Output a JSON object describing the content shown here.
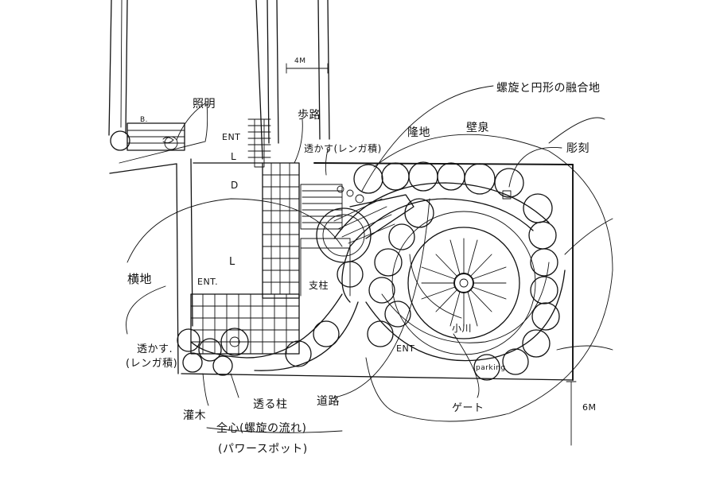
{
  "labels": {
    "lighting": "照明",
    "light_mark": "B.",
    "width_4m": "4M",
    "footpath": "歩路",
    "spiral_circle": "螺旋と円形の融合地",
    "lift_brick": "透かす(レンガ積)",
    "mound": "隆地",
    "wall_spring": "壁泉",
    "sculpture": "彫刻",
    "ent_top": "ENT",
    "l_top": "L",
    "d": "D",
    "l_mid": "L",
    "side_garden": "横地",
    "ent_left": "ENT.",
    "lift_left_1": "透かす.",
    "lift_left_2": "(レンガ積)",
    "pillar": "支柱",
    "small_stream": "小川",
    "ent_bottom": "ENT",
    "parking": "parking",
    "shrub": "灌木",
    "column": "透る柱",
    "road": "道路",
    "gate": "ゲート",
    "road_width": "6M",
    "center_1": "全心(螺旋の流れ)",
    "center_2": "(パワースポット)"
  }
}
